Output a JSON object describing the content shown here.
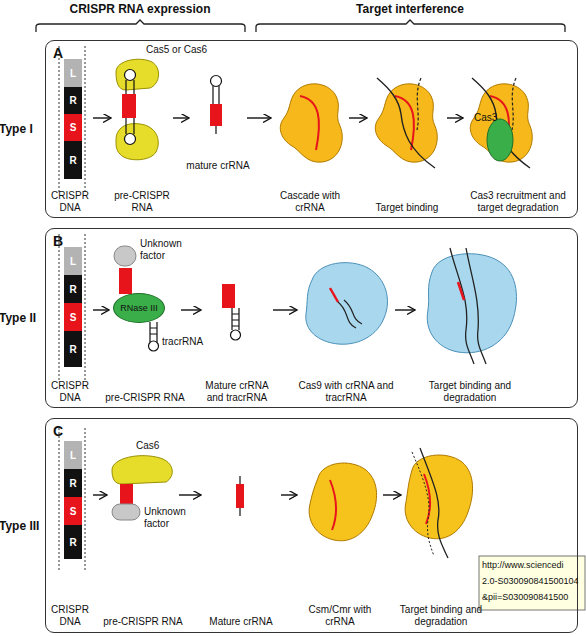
{
  "diagram": {
    "nodes": [
      {
        "text": [
          "A",
          "Type I"
        ]
      },
      {
        "text": [
          "CRISPR DNA"
        ],
        "in": 0
      },
      {
        "text": [
          "L"
        ],
        "in": 1
      },
      {
        "text": [
          "R"
        ],
        "in": 1
      },
      {
        "text": [
          "S"
        ],
        "in": 1
      },
      {
        "text": [
          "R"
        ],
        "in": 1
      },
      {
        "text": [
          "pre-CRISPR RNA"
        ],
        "in": 0
      },
      {
        "text": [
          "mature crRNA"
        ],
        "in": 0
      },
      {
        "text": [
          "Cascade with crRNA"
        ],
        "in": 0
      },
      {
        "text": [
          "Target binding"
        ],
        "in": 0
      },
      {
        "text": [
          "Cas3 recruitment and target degradation"
        ],
        "in": 0
      },
      {
        "text": [
          "B",
          "Type II"
        ]
      },
      {
        "text": [
          "CRISPR DNA"
        ],
        "in": 11
      },
      {
        "text": [
          "L"
        ],
        "in": 12
      },
      {
        "text": [
          "R"
        ],
        "in": 12
      },
      {
        "text": [
          "S"
        ],
        "in": 12
      },
      {
        "text": [
          "R"
        ],
        "in": 12
      },
      {
        "text": [
          "pre-CRISPR RNA"
        ],
        "in": 11
      },
      {
        "text": [
          "RNase III"
        ],
        "in": 17
      },
      {
        "text": [
          "Mature crRNA and tracrRNA"
        ],
        "in": 11
      },
      {
        "text": [
          "Cas9 with crRNA and tracrRNA"
        ],
        "in": 11
      },
      {
        "text": [
          "Target binding and degradation"
        ],
        "in": 11
      },
      {
        "text": [
          "C",
          "Type III"
        ]
      },
      {
        "text": [
          "CRISPR DNA"
        ],
        "in": 22
      },
      {
        "text": [
          "L"
        ],
        "in": 23
      },
      {
        "text": [
          "R"
        ],
        "in": 23
      },
      {
        "text": [
          "S"
        ],
        "in": 23
      },
      {
        "text": [
          "R"
        ],
        "in": 23
      },
      {
        "text": [
          "pre-CRISPR RNA"
        ],
        "in": 22
      },
      {
        "text": [
          "Mature crRNA"
        ],
        "in": 22
      },
      {
        "text": [
          "Csm/Cmr with crRNA"
        ],
        "in": 22
      },
      {
        "text": [
          "Target binding and degradation"
        ],
        "in": 22
      }
    ],
    "edges": [
      {
        "from": 1,
        "to": 6,
        "arrow": "to"
      },
      {
        "from": 6,
        "to": 7,
        "arrow": "to"
      },
      {
        "from": 7,
        "to": 8,
        "arrow": "to"
      },
      {
        "from": 8,
        "to": 9,
        "arrow": "to"
      },
      {
        "from": 9,
        "to": 10,
        "arrow": "to"
      },
      {
        "from": 12,
        "to": 17,
        "arrow": "to"
      },
      {
        "from": 17,
        "to": 19,
        "arrow": "to"
      },
      {
        "from": 19,
        "to": 20,
        "arrow": "to"
      },
      {
        "from": 20,
        "to": 21,
        "arrow": "to"
      },
      {
        "from": 23,
        "to": 28,
        "arrow": "to"
      },
      {
        "from": 28,
        "to": 29,
        "arrow": "to"
      },
      {
        "from": 29,
        "to": 30,
        "arrow": "to"
      },
      {
        "from": 30,
        "to": 31,
        "arrow": "to"
      }
    ],
    "labels": [
      "CRISPR RNA expression",
      "Target interference",
      "Cas5 or Cas6",
      "Cas3",
      "Unknown factor",
      "tracrRNA",
      "Cas6",
      "Unknown factor",
      "http://www.sciencedi",
      "2.0-S030090841500104",
      "&pii=S030090841500"
    ]
  }
}
